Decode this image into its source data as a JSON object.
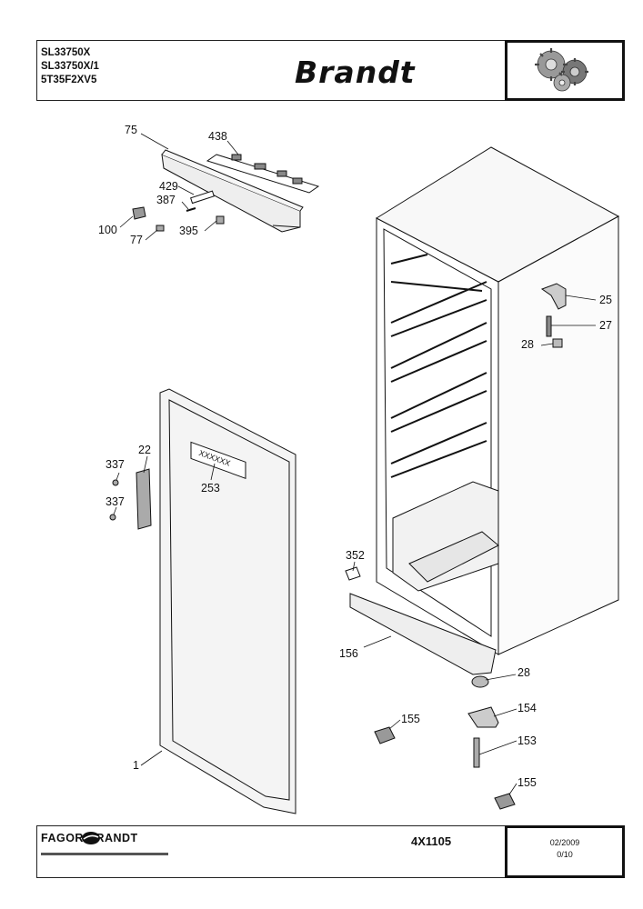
{
  "header": {
    "models": [
      "SL33750X",
      "SL33750X/1",
      "5T35F2XV5"
    ],
    "brand": "Brandt"
  },
  "callouts": [
    {
      "id": "75",
      "label": "75"
    },
    {
      "id": "438",
      "label": "438"
    },
    {
      "id": "429",
      "label": "429"
    },
    {
      "id": "387",
      "label": "387"
    },
    {
      "id": "100",
      "label": "100"
    },
    {
      "id": "77",
      "label": "77"
    },
    {
      "id": "395",
      "label": "395"
    },
    {
      "id": "25",
      "label": "25"
    },
    {
      "id": "27",
      "label": "27"
    },
    {
      "id": "28a",
      "label": "28"
    },
    {
      "id": "22",
      "label": "22"
    },
    {
      "id": "337a",
      "label": "337"
    },
    {
      "id": "337b",
      "label": "337"
    },
    {
      "id": "253",
      "label": "253"
    },
    {
      "id": "352",
      "label": "352"
    },
    {
      "id": "156",
      "label": "156"
    },
    {
      "id": "28b",
      "label": "28"
    },
    {
      "id": "154",
      "label": "154"
    },
    {
      "id": "155a",
      "label": "155"
    },
    {
      "id": "153",
      "label": "153"
    },
    {
      "id": "155b",
      "label": "155"
    },
    {
      "id": "1",
      "label": "1"
    }
  ],
  "door_label": "XXXXXX",
  "footer": {
    "manufacturer": "FAGOR BRANDT",
    "code": "4X1105",
    "date": "02/2009",
    "page": "0/10"
  },
  "icons": {
    "gear_logo": "gears-icon",
    "fagor_logo": "fagor-swoosh-icon"
  }
}
